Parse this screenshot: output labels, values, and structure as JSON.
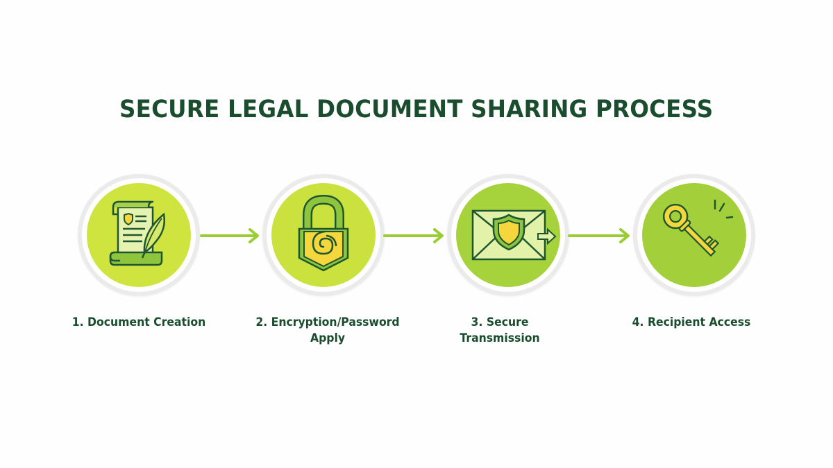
{
  "title": "SECURE LEGAL DOCUMENT SHARING PROCESS",
  "colors": {
    "title_text": "#1a4d2e",
    "label_text": "#1a4d2e",
    "arrow": "#9acd32",
    "ring": "#ebebeb",
    "icon_stroke": "#1e5631",
    "accent_yellow": "#f5d63d"
  },
  "steps": [
    {
      "number": 1,
      "label": "1. Document Creation",
      "icon": "scroll-quill-icon",
      "fill_color": "#cfe43f"
    },
    {
      "number": 2,
      "label": "2. Encryption/Password Apply",
      "icon": "padlock-icon",
      "fill_color": "#cbe13e"
    },
    {
      "number": 3,
      "label_line1": "3. Secure",
      "label_line2": "Transmission",
      "icon": "shield-envelope-icon",
      "fill_color": "#a6d23c"
    },
    {
      "number": 4,
      "label": "4. Recipient Access",
      "icon": "key-icon",
      "fill_color": "#a3cf3b"
    }
  ],
  "arrows": [
    {
      "from": 1,
      "to": 2,
      "icon": "arrow-right-icon"
    },
    {
      "from": 2,
      "to": 3,
      "icon": "arrow-right-icon"
    },
    {
      "from": 3,
      "to": 4,
      "icon": "arrow-right-icon"
    }
  ]
}
